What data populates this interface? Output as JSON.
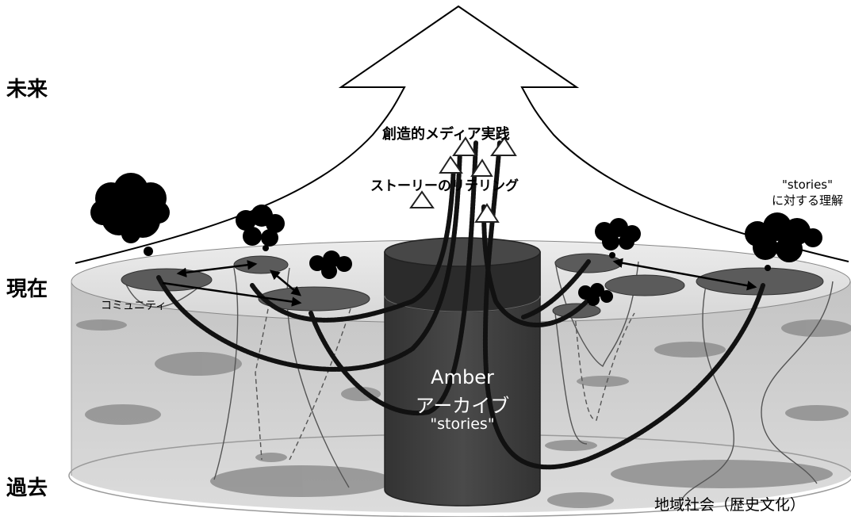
{
  "timeline": {
    "future": "未来",
    "present": "現在",
    "past": "過去"
  },
  "labels": {
    "creative_media_practice": "創造的メディア実践",
    "story_retelling": "ストーリーのリテリング",
    "stories_understanding_line1": "\"stories\"",
    "stories_understanding_line2": "に対する理解",
    "community": "コミュニティ",
    "local_society": "地域社会（歴史文化）"
  },
  "archive": {
    "title": "Amber",
    "subtitle": "アーカイブ",
    "stories": "\"stories\""
  },
  "colors": {
    "cylinder_dark": "#3e3e3e",
    "cylinder_top": "#2a2a2a",
    "base_fill": "#c8c8c8",
    "ellipse_fill": "#8a8a8a",
    "cloud": "#000000"
  }
}
